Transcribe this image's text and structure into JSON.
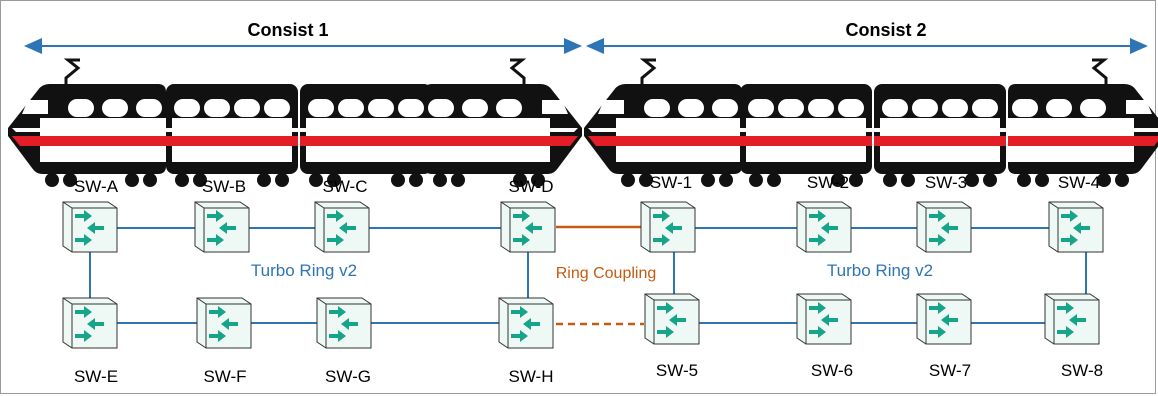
{
  "consists": [
    {
      "label": "Consist 1"
    },
    {
      "label": "Consist 2"
    }
  ],
  "rings": [
    {
      "label": "Turbo Ring v2"
    },
    {
      "label": "Turbo Ring v2"
    }
  ],
  "coupling": {
    "label": "Ring Coupling"
  },
  "switches": {
    "A": "SW-A",
    "B": "SW-B",
    "C": "SW-C",
    "D": "SW-D",
    "E": "SW-E",
    "F": "SW-F",
    "G": "SW-G",
    "H": "SW-H",
    "1": "SW-1",
    "2": "SW-2",
    "3": "SW-3",
    "4": "SW-4",
    "5": "SW-5",
    "6": "SW-6",
    "7": "SW-7",
    "8": "SW-8"
  },
  "colors": {
    "ring_line": "#2e75b6",
    "coupling_line": "#c55a11",
    "switch_fill": "#eef8f5",
    "switch_arrow": "#17a589",
    "train_body": "#111111",
    "train_stripe": "#e41e26"
  },
  "icons": {
    "switch": "ethernet-switch-icon",
    "car": "train-car-icon",
    "pantograph": "pantograph-icon"
  }
}
